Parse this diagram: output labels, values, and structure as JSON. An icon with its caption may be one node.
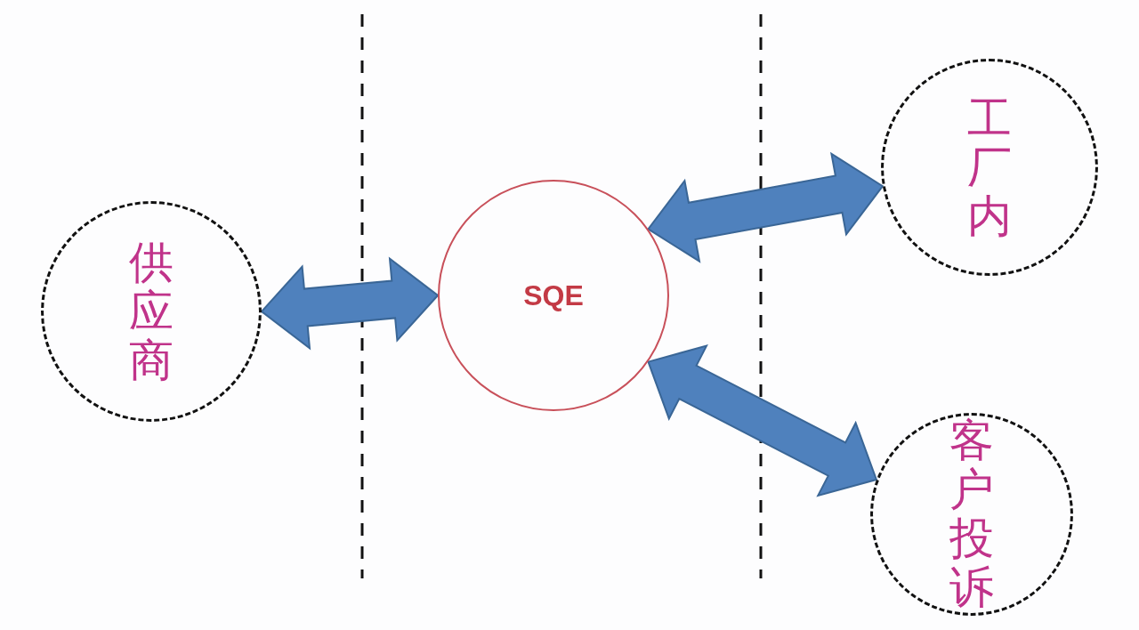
{
  "diagram": {
    "nodes": [
      {
        "text": [
          "SQE"
        ]
      },
      {
        "text": [
          "供应商"
        ]
      },
      {
        "text": [
          "工厂内"
        ]
      },
      {
        "text": [
          "客户投诉"
        ]
      }
    ],
    "edges": [
      {
        "from": 0,
        "to": 1,
        "arrow": "both"
      },
      {
        "from": 0,
        "to": 2,
        "arrow": "both"
      },
      {
        "from": 0,
        "to": 3,
        "arrow": "both"
      }
    ]
  }
}
